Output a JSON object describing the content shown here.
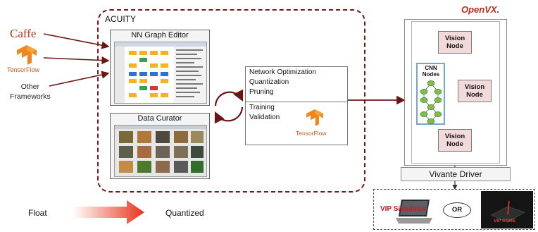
{
  "inputs": {
    "caffe": "Caffe",
    "tensorflow": "TensorFlow",
    "other_line1": "Other",
    "other_line2": "Frameworks"
  },
  "acuity": {
    "title": "ACUITY",
    "nn_graph_editor": "NN Graph Editor",
    "data_curator": "Data Curator",
    "optimization_items": [
      "Network Optimization",
      "Quantization",
      "Pruning"
    ],
    "training_items": [
      "Training",
      "Validation"
    ],
    "tensorflow_logo_text": "TensorFlow"
  },
  "openvx": {
    "brand": "OpenVX.",
    "vision_node_lines": [
      "Vision",
      "Node"
    ],
    "cnn_nodes_lines": [
      "CNN",
      "Nodes"
    ]
  },
  "driver": "Vivante Driver",
  "outputs": {
    "vip_simulator": "VIP Simulator",
    "or": "OR",
    "vip_core": "VIP CORE"
  },
  "bottom": {
    "from": "Float",
    "to": "Quantized"
  },
  "colors": {
    "acuity_border": "#7b1616",
    "caffe": "#b13a1f",
    "tensorflow": "#f0861d",
    "vision_node": "#f2dada",
    "cnn_border": "#6fa8d8",
    "cnn_node": "#7cc04a",
    "vip_red": "#c11f1f",
    "arrow": "#7b1616"
  }
}
